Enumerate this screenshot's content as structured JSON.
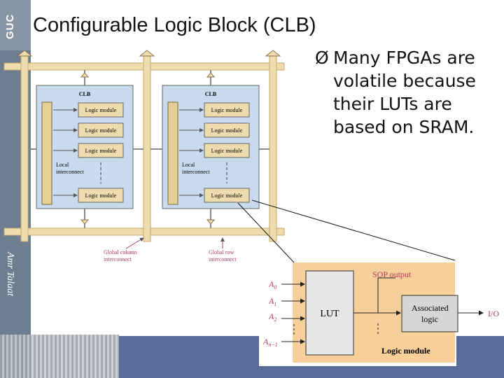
{
  "logo": {
    "text": "GUC"
  },
  "slide": {
    "title": "Configurable Logic Block (CLB)",
    "bullet_marker": "Ø",
    "bullet_text": "Many FPGAs are volatile because their LUTs are based on SRAM.",
    "author": "Amr Talaat"
  },
  "clb_diagram": {
    "clb_label": "CLB",
    "module_label": "Logic module",
    "local_interconnect_line1": "Local",
    "local_interconnect_line2": "interconnect",
    "global_column_line1": "Global column",
    "global_column_line2": "interconnect",
    "global_row_line1": "Global row",
    "global_row_line2": "interconnect"
  },
  "logic_module": {
    "sop_output": "SOP output",
    "inputs": [
      "A",
      "A",
      "A",
      "A"
    ],
    "input_subscripts": [
      "0",
      "1",
      "2",
      "n−1"
    ],
    "lut": "LUT",
    "associated_line1": "Associated",
    "associated_line2": "logic",
    "io": "I/O",
    "caption": "Logic module"
  },
  "colors": {
    "sidebar": "#6d7e91",
    "bus": "#efdcae",
    "clb_fill": "#c9daef",
    "module_fill": "#efdcae",
    "logic_module_bg": "#f7cf9a",
    "label_pink": "#b23a60"
  }
}
